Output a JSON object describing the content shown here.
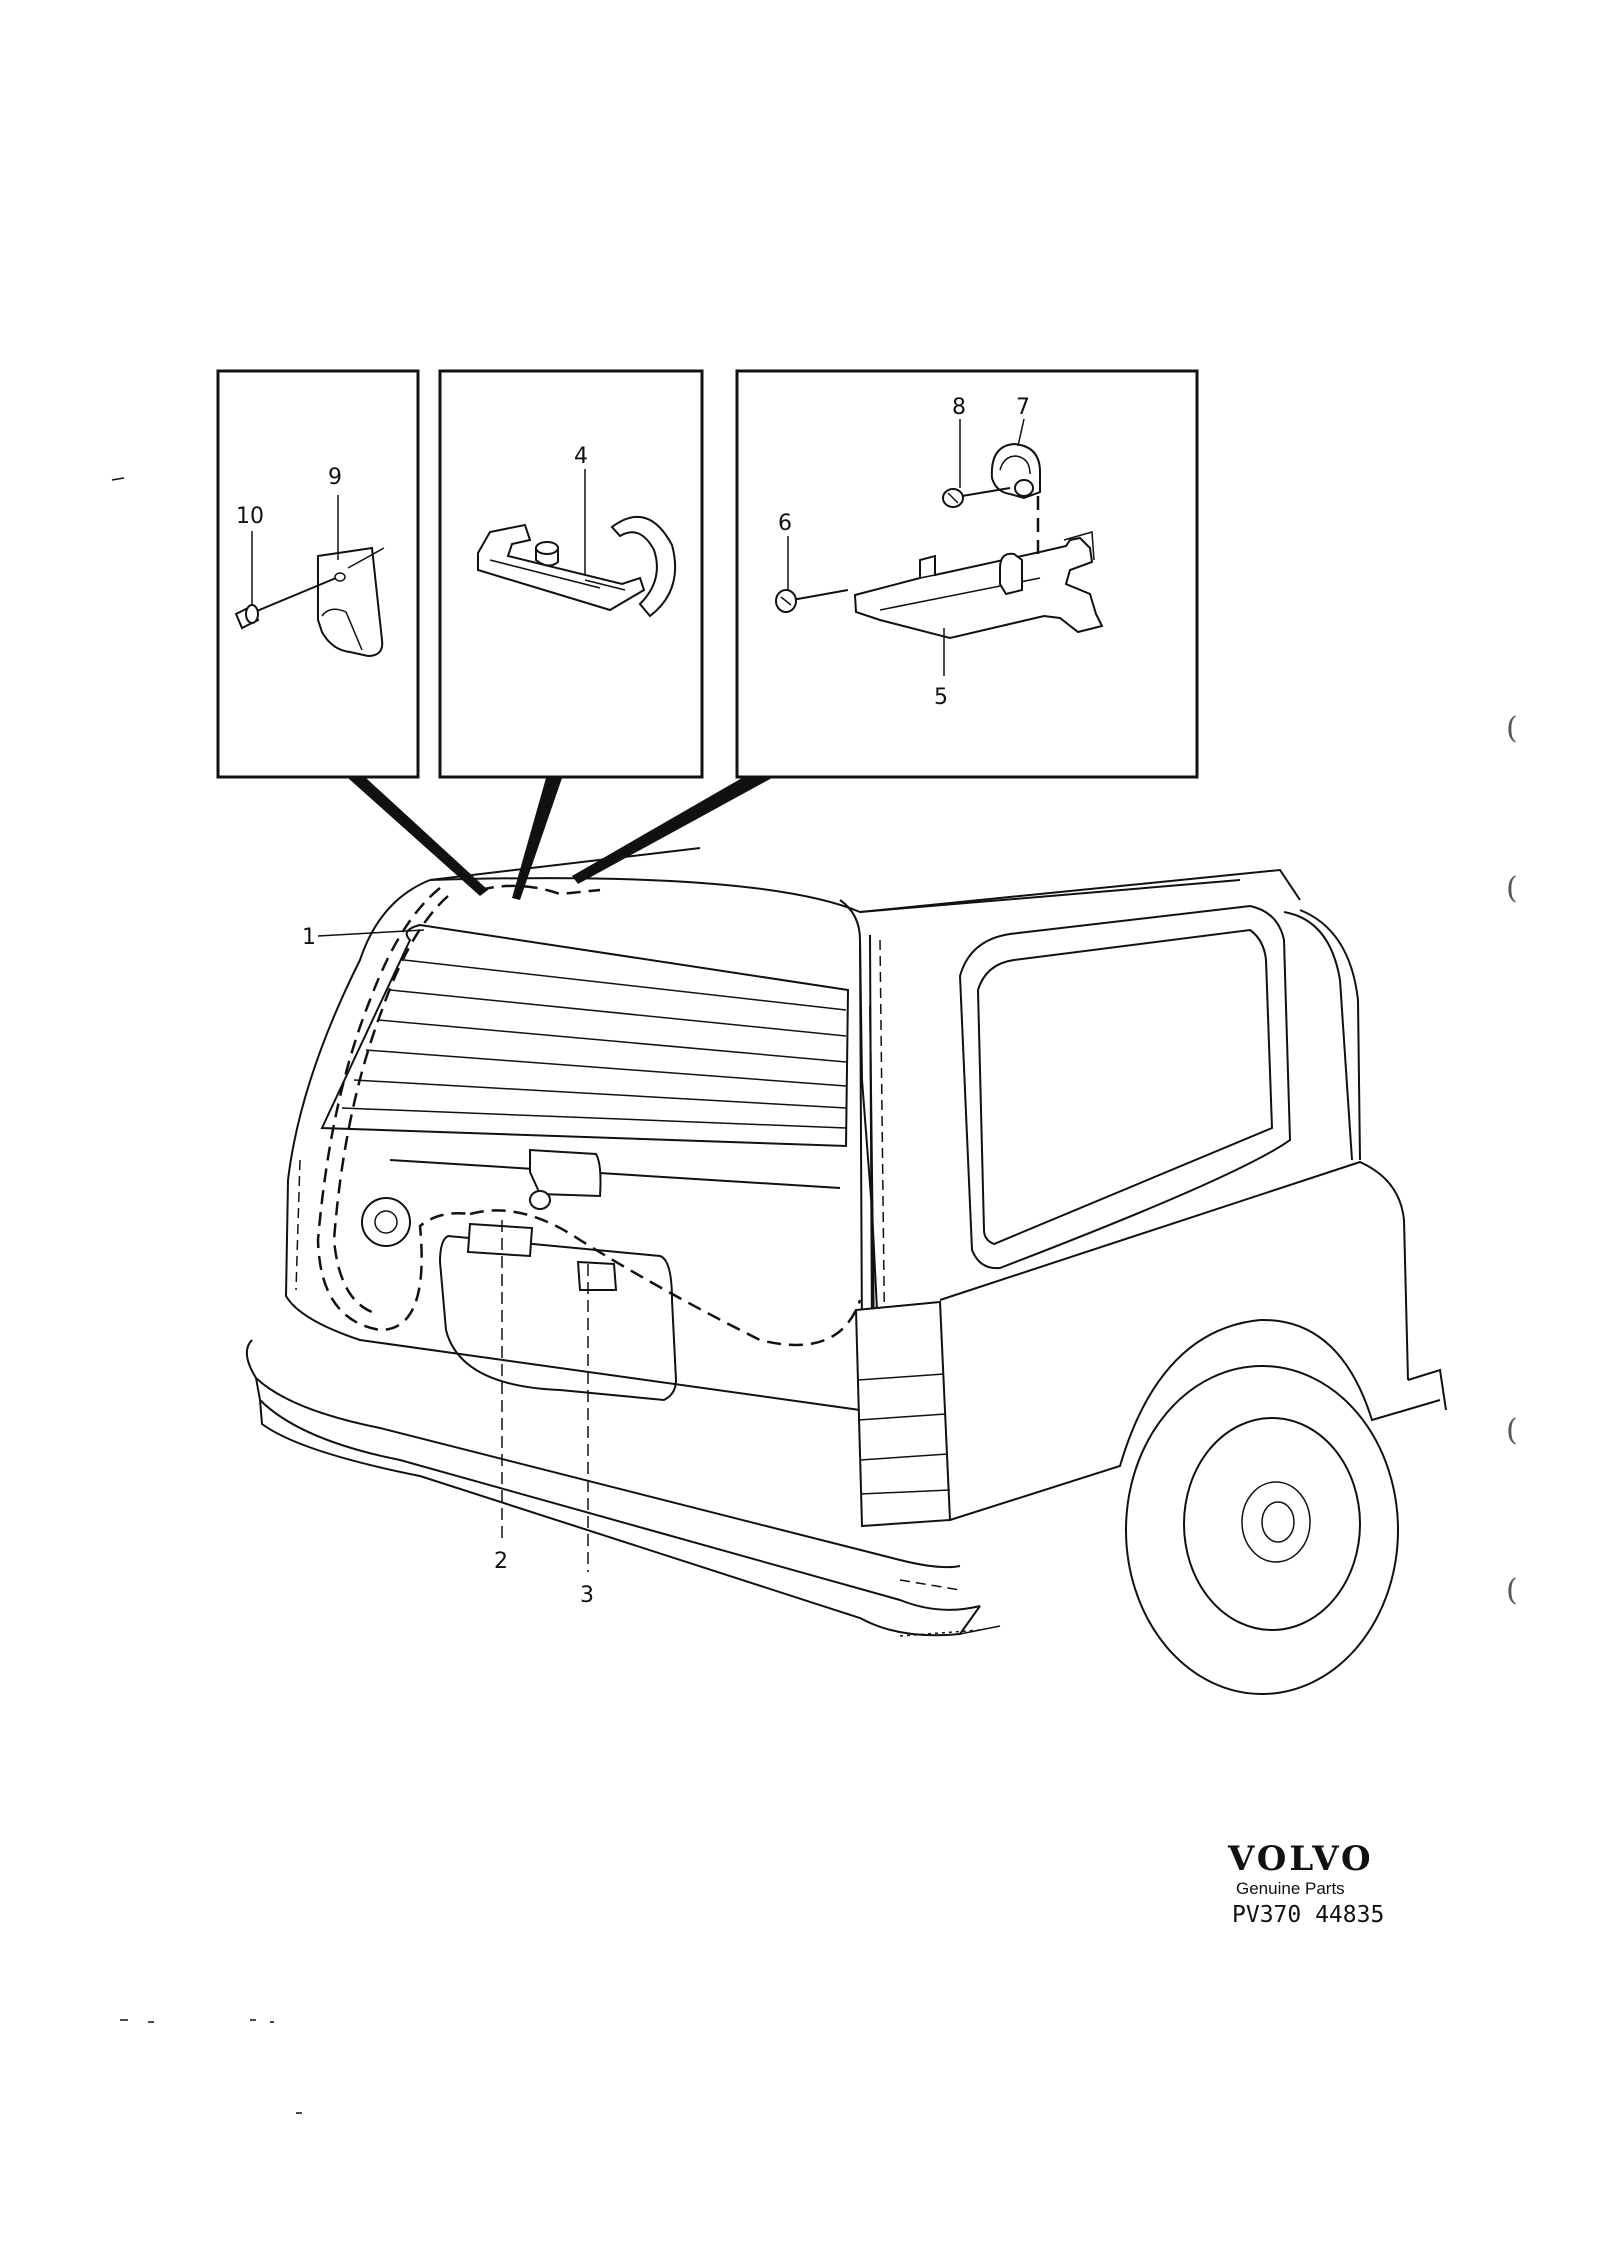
{
  "callouts": {
    "c1": "1",
    "c2": "2",
    "c3": "3",
    "c4": "4",
    "c5": "5",
    "c6": "6",
    "c7": "7",
    "c8": "8",
    "c9": "9",
    "c10": "10"
  },
  "brand": {
    "logo": "VOLVO",
    "tagline": "Genuine Parts",
    "code": "PV370 44835"
  },
  "margin_marks": [
    "(",
    "(",
    "(",
    "("
  ]
}
